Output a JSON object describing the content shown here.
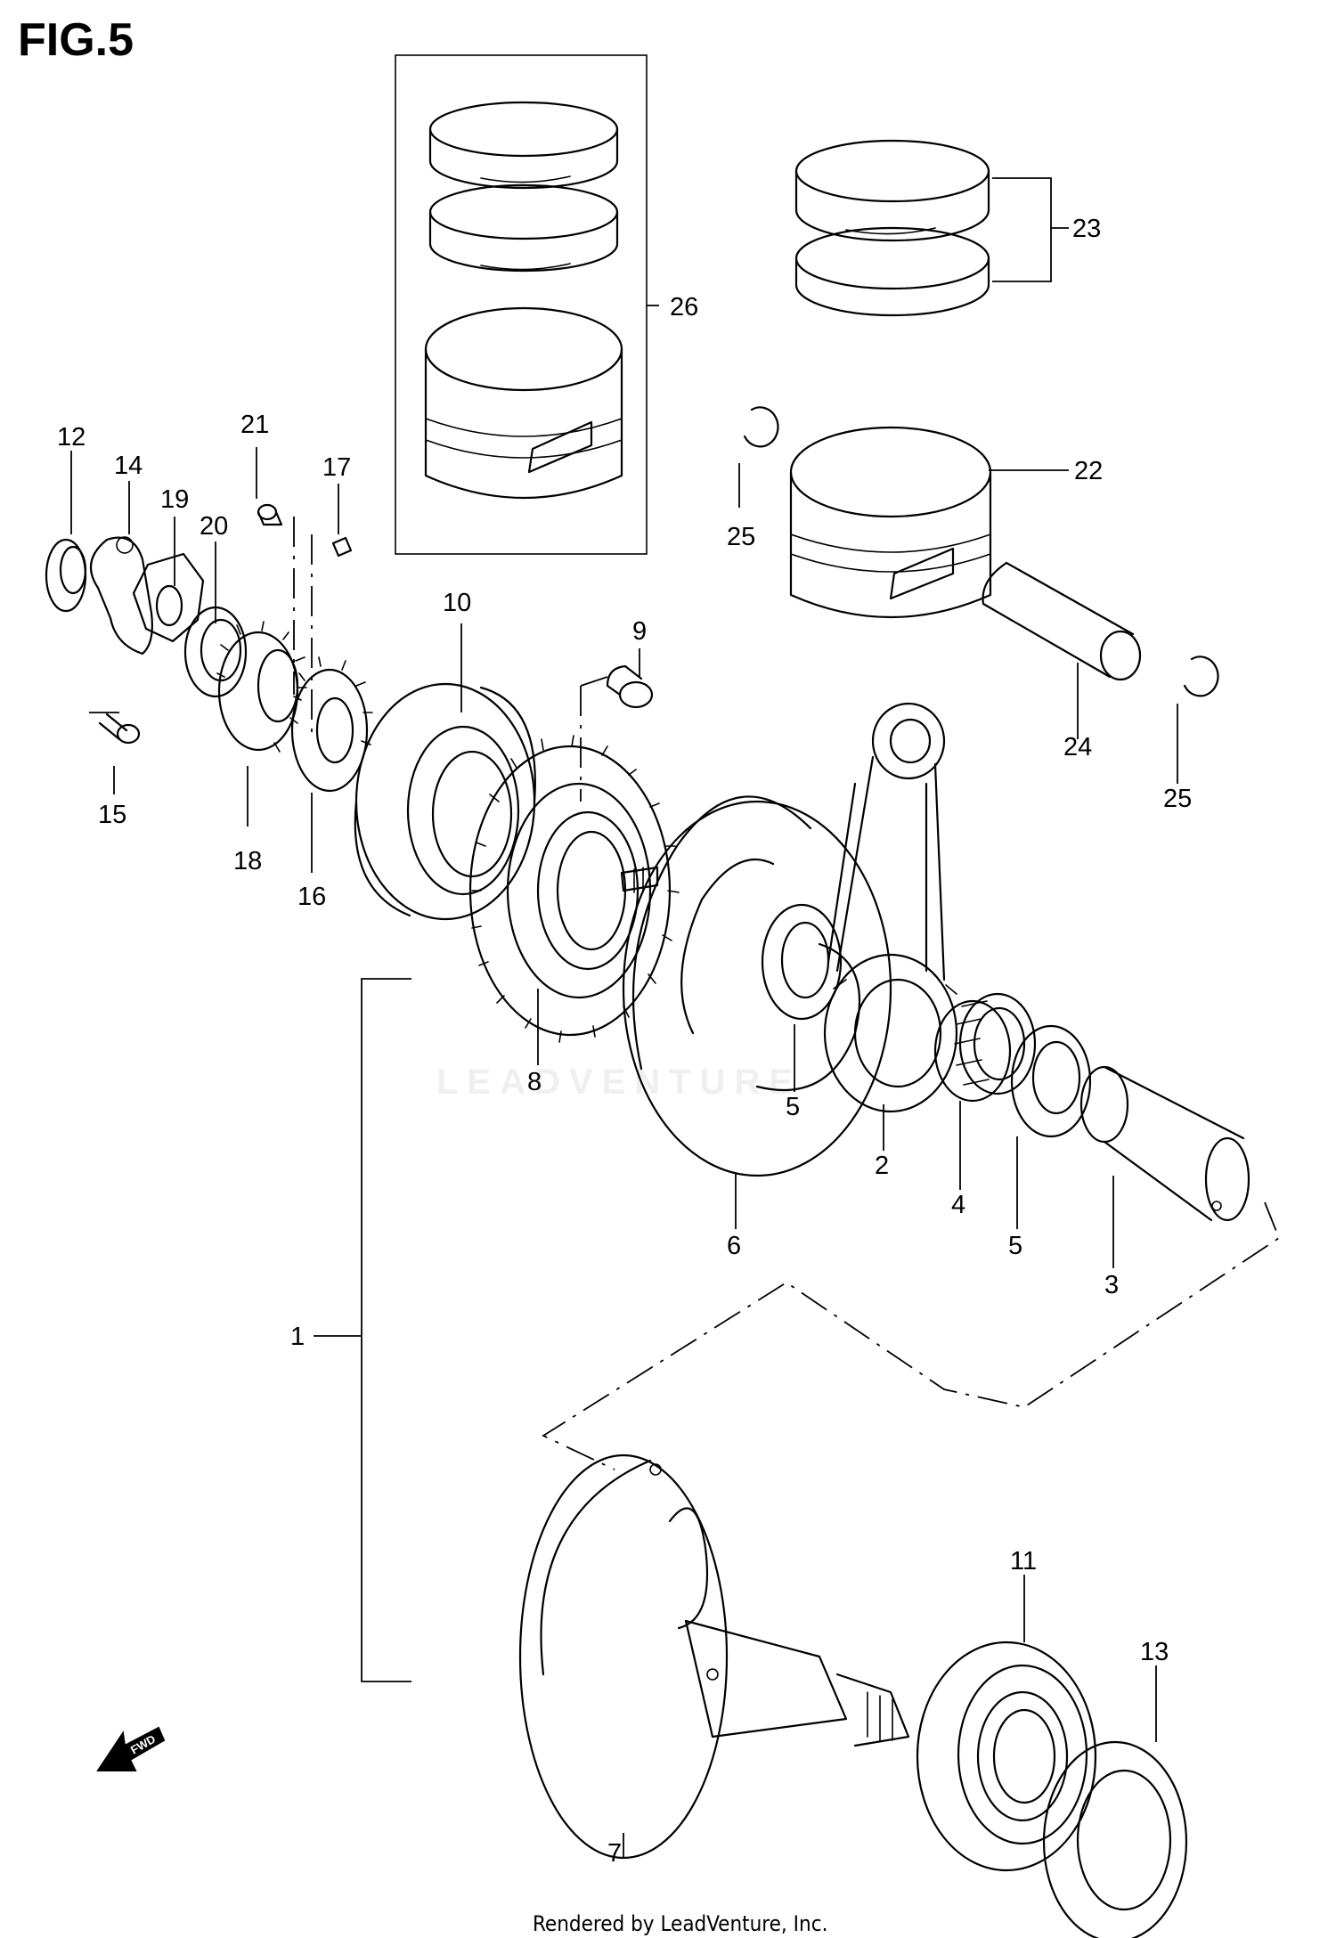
{
  "figure": {
    "title": "FIG.5",
    "footer": "Rendered by LeadVenture, Inc.",
    "watermark": "LEADVENTURE",
    "direction_arrow": {
      "label": "FWD",
      "icon": "fwd-arrow-icon"
    }
  },
  "callouts": [
    {
      "id": "1",
      "label": "1"
    },
    {
      "id": "2",
      "label": "2"
    },
    {
      "id": "3",
      "label": "3"
    },
    {
      "id": "4",
      "label": "4"
    },
    {
      "id": "5a",
      "label": "5"
    },
    {
      "id": "5b",
      "label": "5"
    },
    {
      "id": "6",
      "label": "6"
    },
    {
      "id": "7",
      "label": "7"
    },
    {
      "id": "8",
      "label": "8"
    },
    {
      "id": "9",
      "label": "9"
    },
    {
      "id": "10",
      "label": "10"
    },
    {
      "id": "11",
      "label": "11"
    },
    {
      "id": "12",
      "label": "12"
    },
    {
      "id": "13",
      "label": "13"
    },
    {
      "id": "14",
      "label": "14"
    },
    {
      "id": "15",
      "label": "15"
    },
    {
      "id": "16",
      "label": "16"
    },
    {
      "id": "17",
      "label": "17"
    },
    {
      "id": "18",
      "label": "18"
    },
    {
      "id": "19",
      "label": "19"
    },
    {
      "id": "20",
      "label": "20"
    },
    {
      "id": "21",
      "label": "21"
    },
    {
      "id": "22",
      "label": "22"
    },
    {
      "id": "23",
      "label": "23"
    },
    {
      "id": "24",
      "label": "24"
    },
    {
      "id": "25a",
      "label": "25"
    },
    {
      "id": "25b",
      "label": "25"
    },
    {
      "id": "26",
      "label": "26"
    }
  ]
}
